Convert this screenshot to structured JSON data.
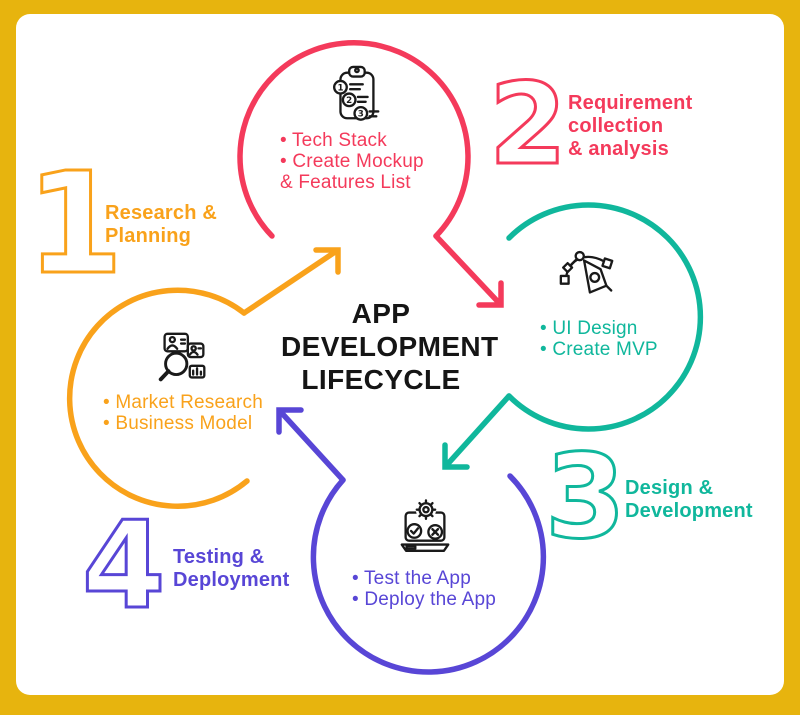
{
  "canvas": {
    "background": "#E7B40E",
    "panel": "#FFFFFF"
  },
  "title": {
    "text": "APP\nDEVELOPMENT\nLIFECYCLE",
    "color": "#151515"
  },
  "stages": [
    {
      "number": "1",
      "label": "Research &\nPlanning",
      "items": "• Market Research\n• Business Model",
      "color": "#F9A21B",
      "icon": "market-research-icon"
    },
    {
      "number": "2",
      "label": "Requirement\ncollection\n& analysis",
      "items": "• Tech Stack\n• Create Mockup\n& Features List",
      "color": "#F43A5B",
      "icon": "clipboard-checklist-icon"
    },
    {
      "number": "3",
      "label": "Design &\nDevelopment",
      "items": "• UI Design\n• Create MVP",
      "color": "#10B79C",
      "icon": "pen-tool-icon"
    },
    {
      "number": "4",
      "label": "Testing &\nDeployment",
      "items": "• Test the App\n• Deploy the App",
      "color": "#5846D6",
      "icon": "laptop-testing-icon"
    }
  ]
}
